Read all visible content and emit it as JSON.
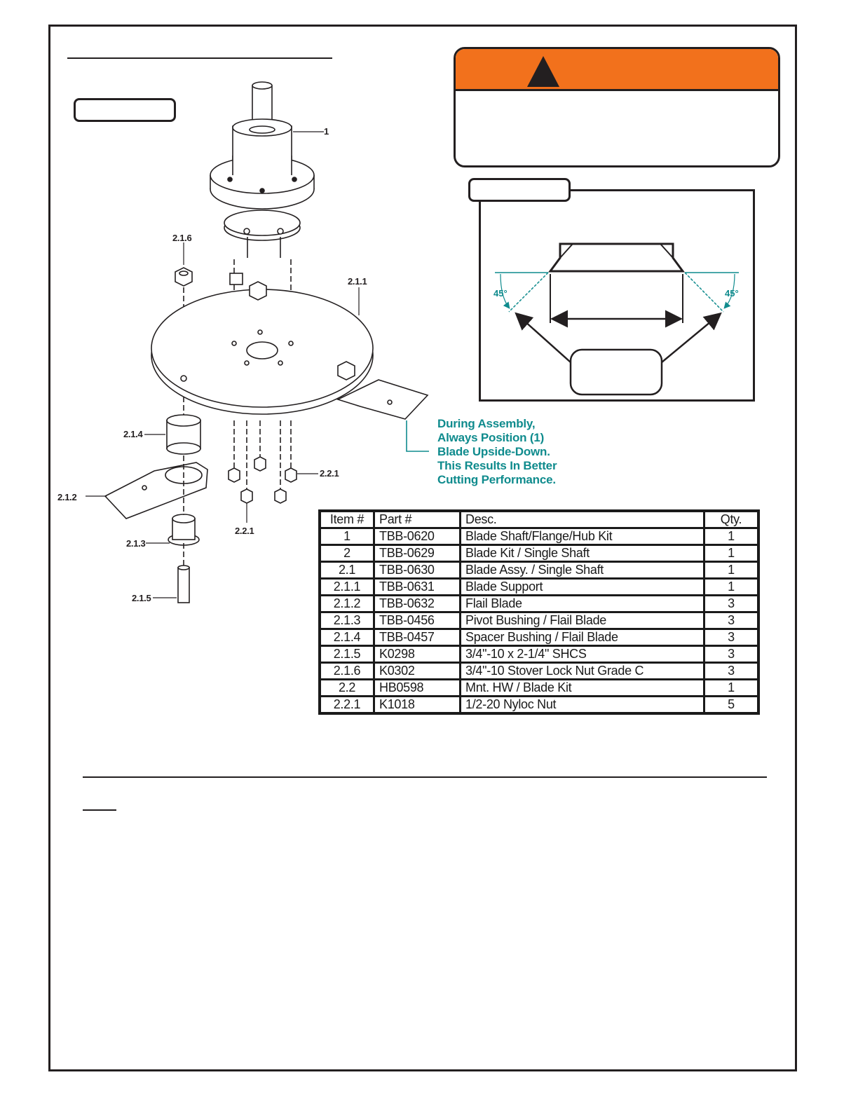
{
  "note": {
    "lines": [
      "During Assembly,",
      "Always Position (1)",
      "Blade Upside-Down.",
      "This Results In Better",
      "Cutting Performance."
    ]
  },
  "callouts": {
    "c1": "1",
    "c216": "2.1.6",
    "c211": "2.1.1",
    "c214": "2.1.4",
    "c221a": "2.2.1",
    "c212": "2.1.2",
    "c221b": "2.2.1",
    "c213": "2.1.3",
    "c215": "2.1.5"
  },
  "detail": {
    "angle_left": "45°",
    "angle_right": "45°"
  },
  "table": {
    "headers": [
      "Item #",
      "Part #",
      "Desc.",
      "Qty."
    ],
    "rows": [
      [
        "1",
        "TBB-0620",
        "Blade Shaft/Flange/Hub Kit",
        "1"
      ],
      [
        "2",
        "TBB-0629",
        "Blade Kit / Single Shaft",
        "1"
      ],
      [
        "2.1",
        "TBB-0630",
        "Blade Assy. / Single Shaft",
        "1"
      ],
      [
        "2.1.1",
        "TBB-0631",
        "Blade Support",
        "1"
      ],
      [
        "2.1.2",
        "TBB-0632",
        "Flail Blade",
        "3"
      ],
      [
        "2.1.3",
        "TBB-0456",
        "Pivot Bushing / Flail Blade",
        "3"
      ],
      [
        "2.1.4",
        "TBB-0457",
        "Spacer Bushing / Flail Blade",
        "3"
      ],
      [
        "2.1.5",
        "K0298",
        "3/4\"-10 x 2-1/4\" SHCS",
        "3"
      ],
      [
        "2.1.6",
        "K0302",
        "3/4\"-10 Stover Lock Nut Grade C",
        "3"
      ],
      [
        "2.2",
        "HB0598",
        "Mnt. HW / Blade Kit",
        "1"
      ],
      [
        "2.2.1",
        "K1018",
        "1/2-20 Nyloc Nut",
        "5"
      ]
    ]
  },
  "colors": {
    "warning_orange": "#f2711c",
    "note_teal": "#0f8b8d",
    "ink": "#231f20"
  }
}
